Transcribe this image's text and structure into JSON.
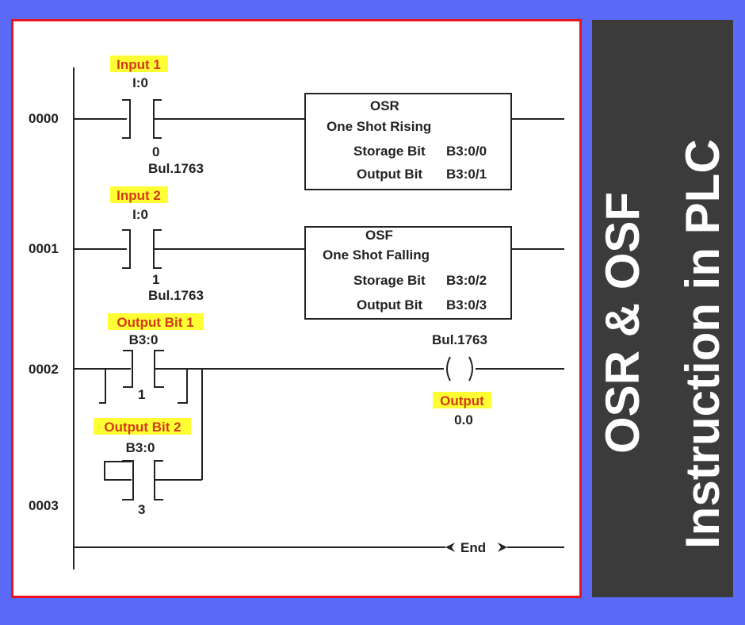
{
  "colors": {
    "background": "#5a6af6",
    "border": "#e8141c",
    "side_panel": "#3b3b3b",
    "highlight": "#ffff33",
    "label_text": "#d23b1a"
  },
  "title": {
    "line1": "OSR & OSF",
    "line2": "Instruction in PLC"
  },
  "rungs": [
    {
      "number": "0000",
      "label": "Input 1",
      "address": "I:0",
      "bit": "0",
      "device": "Bul.1763",
      "box": {
        "name": "OSR",
        "desc": "One Shot Rising",
        "storage_label": "Storage Bit",
        "storage_value": "B3:0/0",
        "output_label": "Output Bit",
        "output_value": "B3:0/1"
      }
    },
    {
      "number": "0001",
      "label": "Input 2",
      "address": "I:0",
      "bit": "1",
      "device": "Bul.1763",
      "box": {
        "name": "OSF",
        "desc": "One Shot Falling",
        "storage_label": "Storage Bit",
        "storage_value": "B3:0/2",
        "output_label": "Output Bit",
        "output_value": "B3:0/3"
      }
    },
    {
      "number": "0002",
      "label": "Output Bit 1",
      "address": "B3:0",
      "bit": "1",
      "coil": {
        "device": "Bul.1763",
        "label": "Output",
        "address": "0.0"
      }
    },
    {
      "number": "0003",
      "label": "Output Bit 2",
      "address": "B3:0",
      "bit": "3"
    }
  ],
  "end_label": "End"
}
